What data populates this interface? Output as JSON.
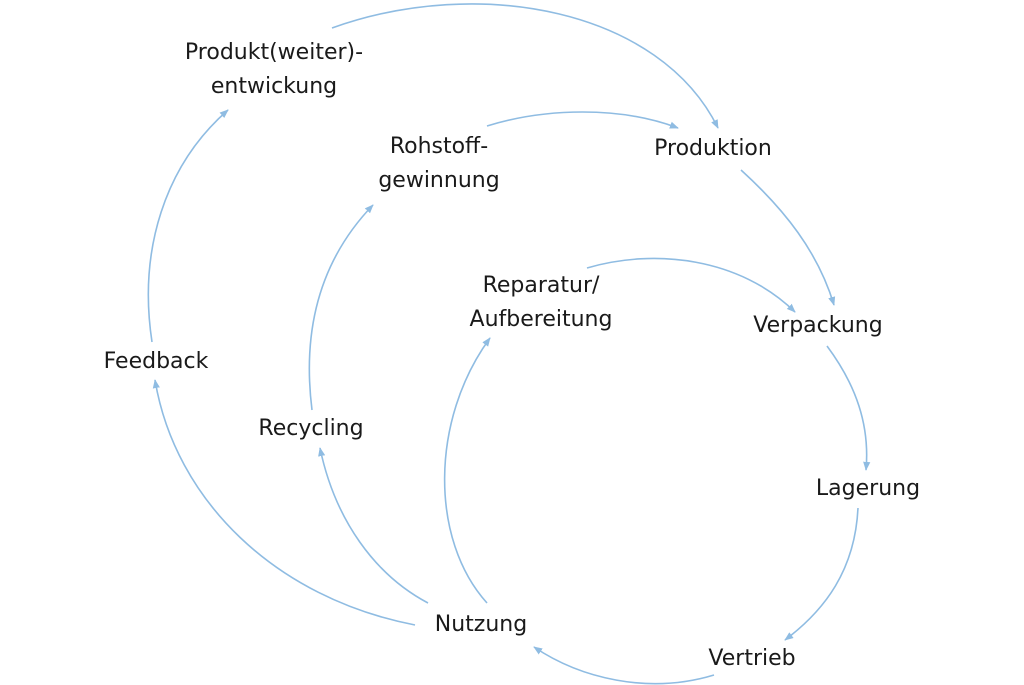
{
  "colors": {
    "arrow": "#8fbce2",
    "text": "#1a1a1a",
    "background": "#ffffff"
  },
  "nodes": {
    "produktentwicklung": {
      "line1": "Produkt(weiter)-",
      "line2": "entwickung"
    },
    "rohstoff": {
      "line1": "Rohstoff-",
      "line2": "gewinnung"
    },
    "produktion": {
      "line1": "Produktion"
    },
    "reparatur": {
      "line1": "Reparatur/",
      "line2": "Aufbereitung"
    },
    "verpackung": {
      "line1": "Verpackung"
    },
    "feedback": {
      "line1": "Feedback"
    },
    "recycling": {
      "line1": "Recycling"
    },
    "lagerung": {
      "line1": "Lagerung"
    },
    "nutzung": {
      "line1": "Nutzung"
    },
    "vertrieb": {
      "line1": "Vertrieb"
    }
  },
  "edges": [
    {
      "from": "Produkt(weiter)-entwickung",
      "to": "Produktion"
    },
    {
      "from": "Rohstoffgewinnung",
      "to": "Produktion"
    },
    {
      "from": "Produktion",
      "to": "Verpackung"
    },
    {
      "from": "Verpackung",
      "to": "Lagerung"
    },
    {
      "from": "Lagerung",
      "to": "Vertrieb"
    },
    {
      "from": "Vertrieb",
      "to": "Nutzung"
    },
    {
      "from": "Nutzung",
      "to": "Feedback"
    },
    {
      "from": "Feedback",
      "to": "Produkt(weiter)-entwickung"
    },
    {
      "from": "Nutzung",
      "to": "Recycling"
    },
    {
      "from": "Recycling",
      "to": "Rohstoffgewinnung"
    },
    {
      "from": "Nutzung",
      "to": "Reparatur/Aufbereitung"
    },
    {
      "from": "Reparatur/Aufbereitung",
      "to": "Verpackung"
    }
  ]
}
